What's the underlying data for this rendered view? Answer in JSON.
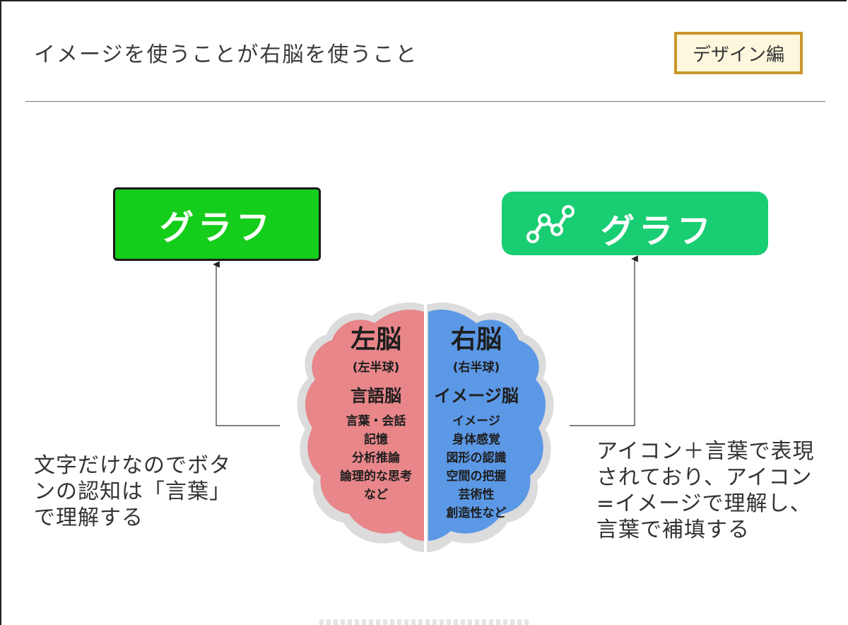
{
  "slide": {
    "title": "イメージを使うことが右脳を使うこと",
    "badge": "デザイン編"
  },
  "buttons": {
    "text_only": {
      "label": "グラフ",
      "color": "#15cd1b"
    },
    "icon_text": {
      "label": "グラフ",
      "icon": "line-chart-icon",
      "color": "#19cd73"
    }
  },
  "brain": {
    "left": {
      "title": "左脳",
      "subtitle": "(左半球)",
      "type": "言語脳",
      "items": [
        "言葉・会話",
        "記憶",
        "分析推論",
        "論理的な思考",
        "など"
      ],
      "color": "#e8868a"
    },
    "right": {
      "title": "右脳",
      "subtitle": "(右半球)",
      "type": "イメージ脳",
      "items": [
        "イメージ",
        "身体感覚",
        "図形の認識",
        "空間の把握",
        "芸術性",
        "創造性など"
      ],
      "color": "#5b98e6"
    }
  },
  "captions": {
    "left": [
      "文字だけなのでボタ",
      "ンの認知は「言葉」",
      "で理解する"
    ],
    "right": [
      "アイコン＋言葉で表現",
      "されており、アイコン",
      "=イメージで理解し、",
      "言葉で補填する"
    ]
  }
}
